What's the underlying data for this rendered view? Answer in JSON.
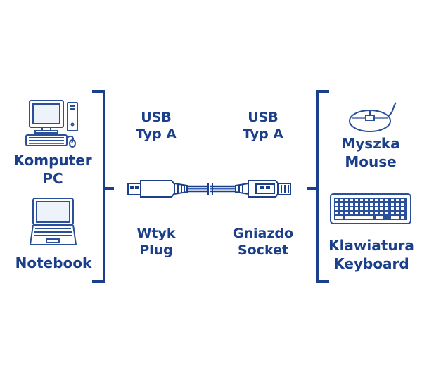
{
  "left": {
    "computer": [
      "Komputer",
      "PC"
    ],
    "notebook": "Notebook"
  },
  "center": {
    "plug_type": [
      "USB",
      "Typ A"
    ],
    "socket_type": [
      "USB",
      "Typ A"
    ],
    "plug": [
      "Wtyk",
      "Plug"
    ],
    "socket": [
      "Gniazdo",
      "Socket"
    ]
  },
  "right": {
    "mouse": [
      "Myszka",
      "Mouse"
    ],
    "keyboard": [
      "Klawiatura",
      "Keyboard"
    ]
  },
  "colors": {
    "navy": "#1b3f8b",
    "outline": "#2a4f9b",
    "screen_fill": "#eef2fa",
    "cable": "#3a5fb0"
  },
  "icons": [
    "desktop-computer-icon",
    "laptop-icon",
    "mouse-icon",
    "keyboard-icon",
    "usb-a-plug-icon",
    "usb-a-socket-icon"
  ]
}
